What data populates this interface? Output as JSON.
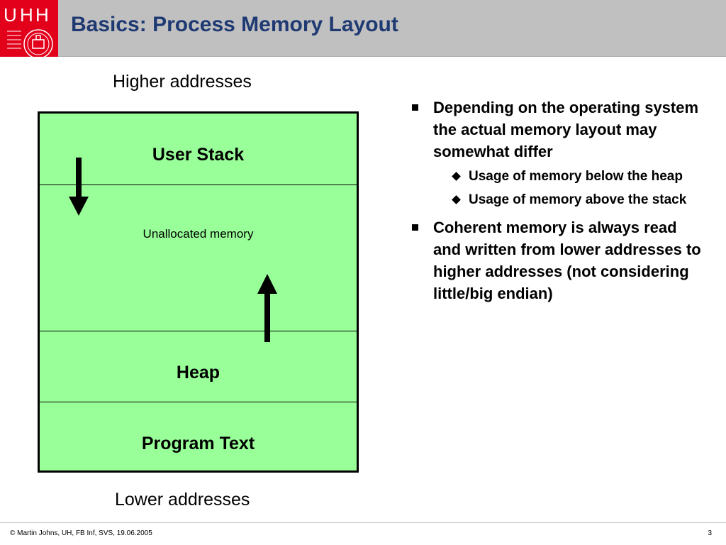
{
  "header": {
    "logo_text": "UHH",
    "title": "Basics: Process Memory Layout"
  },
  "diagram": {
    "higher_label": "Higher addresses",
    "lower_label": "Lower addresses",
    "segments": {
      "user_stack": "User Stack",
      "unallocated": "Unallocated memory",
      "heap": "Heap",
      "program_text": "Program Text"
    },
    "fill_color": "#99ff99"
  },
  "bullets": {
    "b1": "Depending on the operating system the actual memory layout may somewhat differ",
    "b1_sub1": "Usage of memory below the heap",
    "b1_sub2": "Usage of memory above the stack",
    "b2": "Coherent memory is always read and written from lower addresses to higher addresses (not considering little/big endian)"
  },
  "footer": {
    "copyright": "©   Martin Johns, UH, FB Inf, SVS, 19.06.2005",
    "page_number": "3"
  }
}
